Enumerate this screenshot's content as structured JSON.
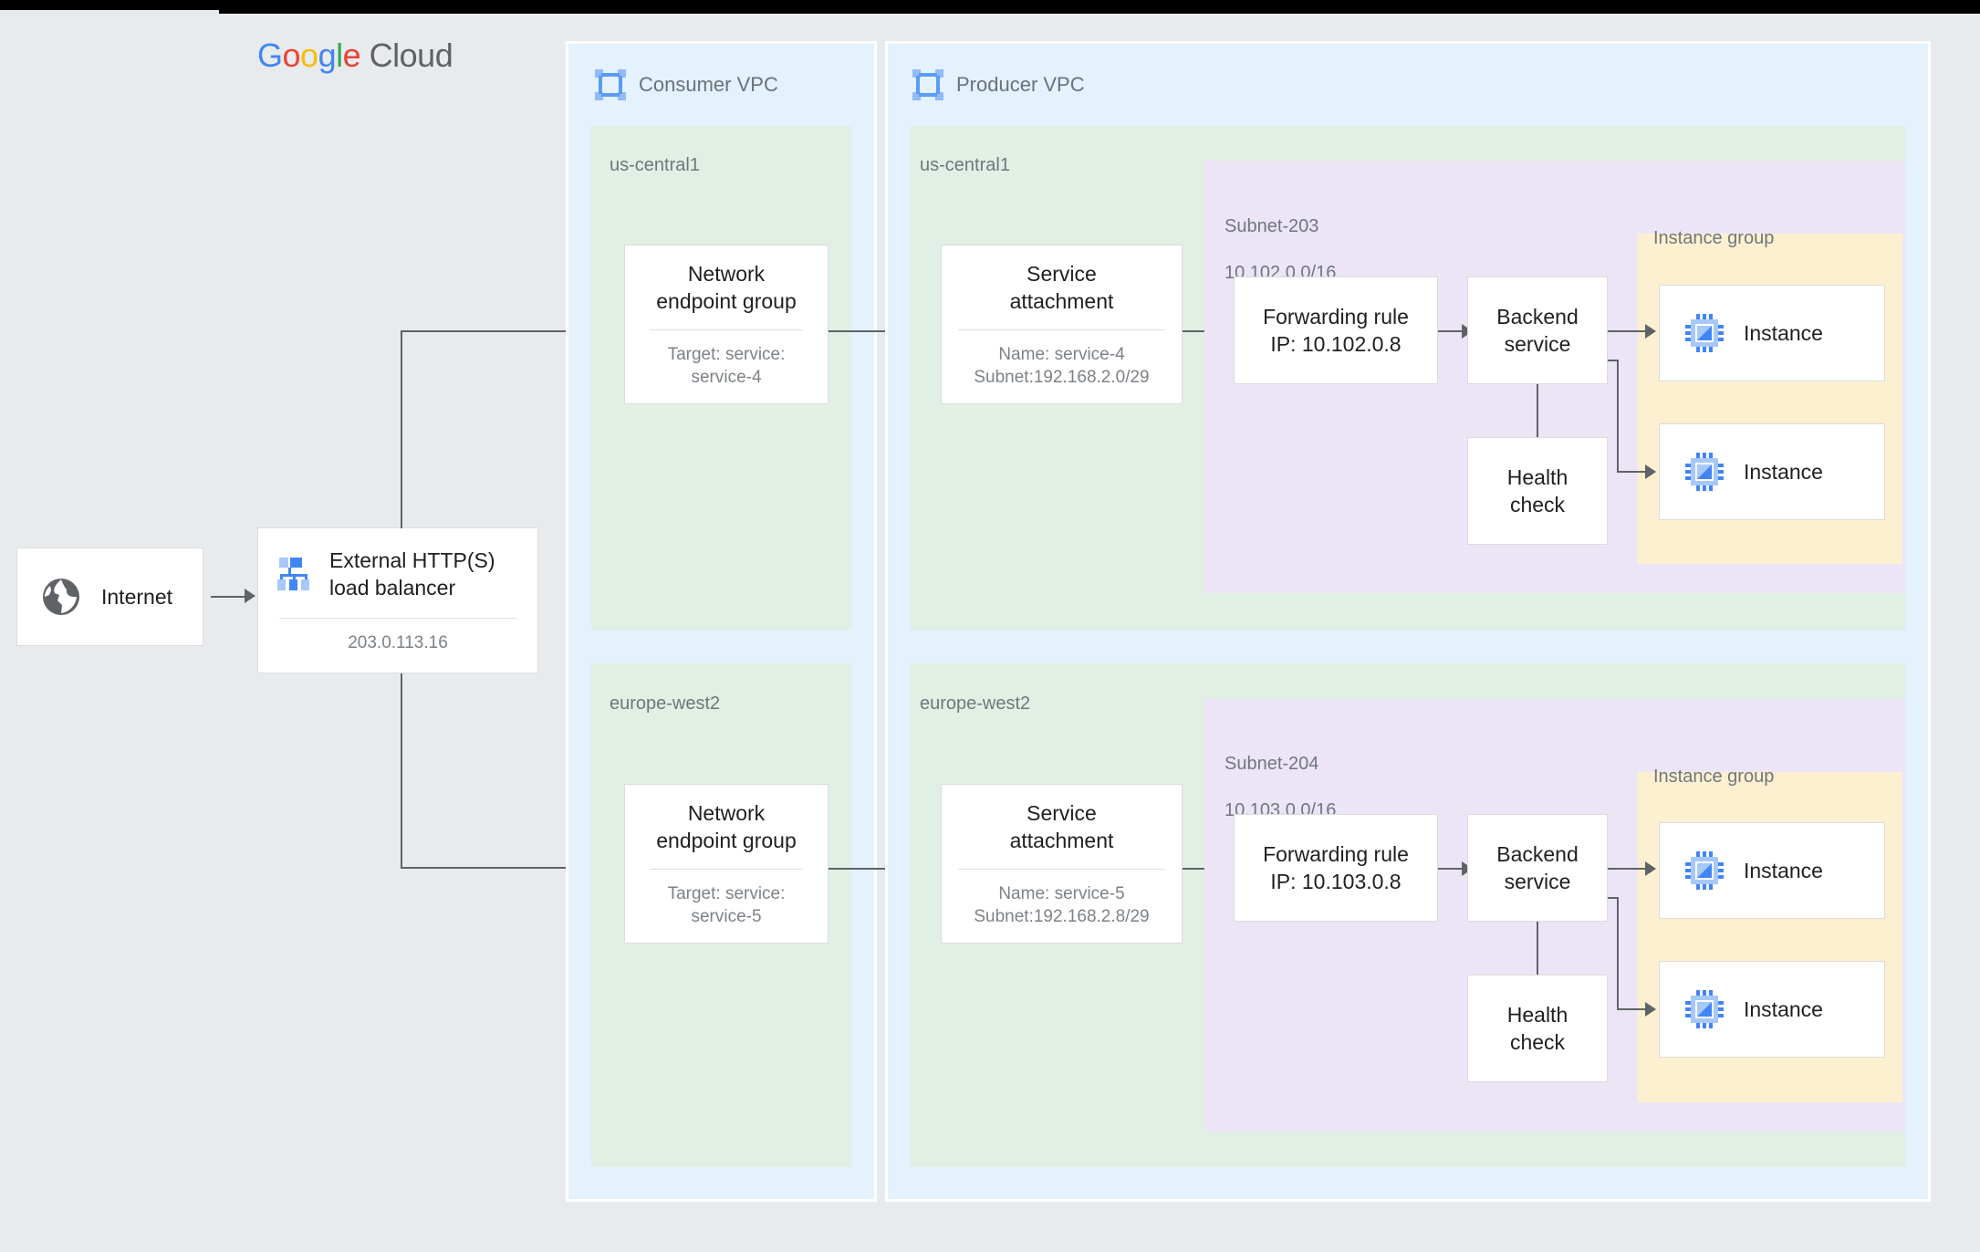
{
  "brand": {
    "g1": "G",
    "g2": "o",
    "g3": "o",
    "g4": "g",
    "g5": "l",
    "g6": "e",
    "cloud": "Cloud"
  },
  "internet": {
    "label": "Internet",
    "icon": "globe-icon"
  },
  "load_balancer": {
    "title": "External HTTP(S)\nload balancer",
    "title_line1": "External HTTP(S)",
    "title_line2": "load balancer",
    "ip": "203.0.113.16",
    "icon": "load-balancer-icon"
  },
  "consumer_vpc": {
    "title": "Consumer VPC",
    "icon": "vpc-icon",
    "regions": [
      {
        "name": "us-central1",
        "neg": {
          "title_line1": "Network",
          "title_line2": "endpoint group",
          "sub_line1": "Target: service:",
          "sub_line2": "service-4"
        }
      },
      {
        "name": "europe-west2",
        "neg": {
          "title_line1": "Network",
          "title_line2": "endpoint group",
          "sub_line1": "Target: service:",
          "sub_line2": "service-5"
        }
      }
    ]
  },
  "producer_vpc": {
    "title": "Producer VPC",
    "icon": "vpc-icon",
    "regions": [
      {
        "name": "us-central1",
        "service_attachment": {
          "title_line1": "Service",
          "title_line2": "attachment",
          "sub_line1": "Name: service-4",
          "sub_line2": "Subnet:192.168.2.0/29"
        },
        "subnet": {
          "name": "Subnet-203",
          "cidr": "10.102.0.0/16"
        },
        "forwarding_rule": {
          "line1": "Forwarding rule",
          "line2": "IP: 10.102.0.8"
        },
        "backend_service": {
          "line1": "Backend",
          "line2": "service"
        },
        "health_check": {
          "line1": "Health",
          "line2": "check"
        },
        "instance_group": {
          "label": "Instance group",
          "instances": [
            "Instance",
            "Instance"
          ],
          "icon": "instance-cpu-icon"
        }
      },
      {
        "name": "europe-west2",
        "service_attachment": {
          "title_line1": "Service",
          "title_line2": "attachment",
          "sub_line1": "Name: service-5",
          "sub_line2": "Subnet:192.168.2.8/29"
        },
        "subnet": {
          "name": "Subnet-204",
          "cidr": "10.103.0.0/16"
        },
        "forwarding_rule": {
          "line1": "Forwarding rule",
          "line2": "IP: 10.103.0.8"
        },
        "backend_service": {
          "line1": "Backend",
          "line2": "service"
        },
        "health_check": {
          "line1": "Health",
          "line2": "check"
        },
        "instance_group": {
          "label": "Instance group",
          "instances": [
            "Instance",
            "Instance"
          ],
          "icon": "instance-cpu-icon"
        }
      }
    ]
  },
  "colors": {
    "vpc_bg": "#e3f2fd",
    "region_bg": "#e2efe4",
    "subnet_bg": "#ece5f6",
    "instance_group_bg": "#fdf0d0",
    "canvas_bg": "#e8ebed",
    "card_bg": "#ffffff",
    "line": "#5f6368",
    "accent_blue": "#5b9bf8",
    "text_primary": "#1f1f1f",
    "text_secondary": "#70767d"
  }
}
